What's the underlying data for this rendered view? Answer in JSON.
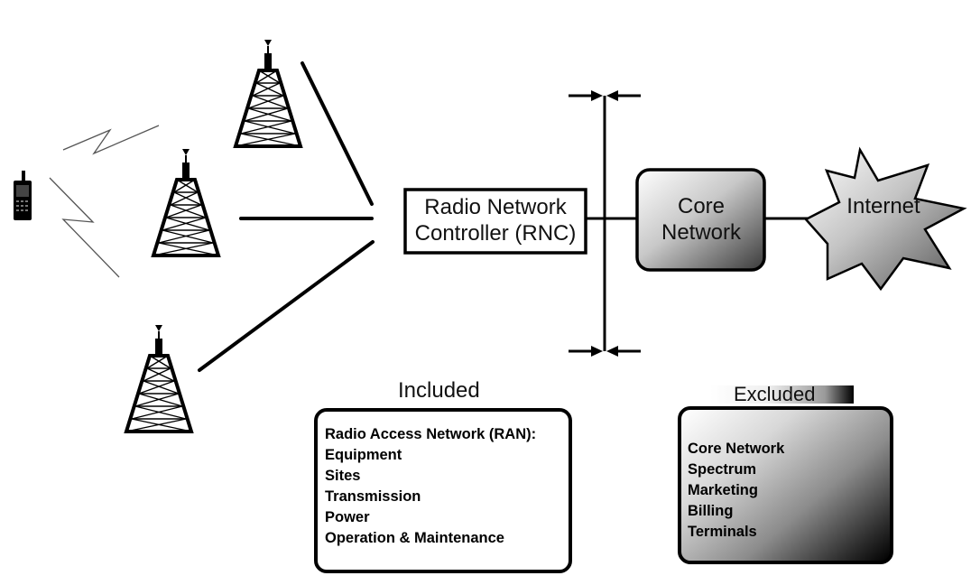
{
  "rnc": {
    "line1": "Radio Network",
    "line2": "Controller (RNC)"
  },
  "core": {
    "line1": "Core",
    "line2": "Network"
  },
  "internet": {
    "label": "Internet"
  },
  "included": {
    "heading": "Included",
    "items": [
      "Radio Access Network (RAN):",
      "Equipment",
      "Sites",
      "Transmission",
      "Power",
      "Operation & Maintenance"
    ]
  },
  "excluded": {
    "heading": "Excluded",
    "items": [
      "Core Network",
      "Spectrum",
      "Marketing",
      "Billing",
      "Terminals"
    ]
  }
}
